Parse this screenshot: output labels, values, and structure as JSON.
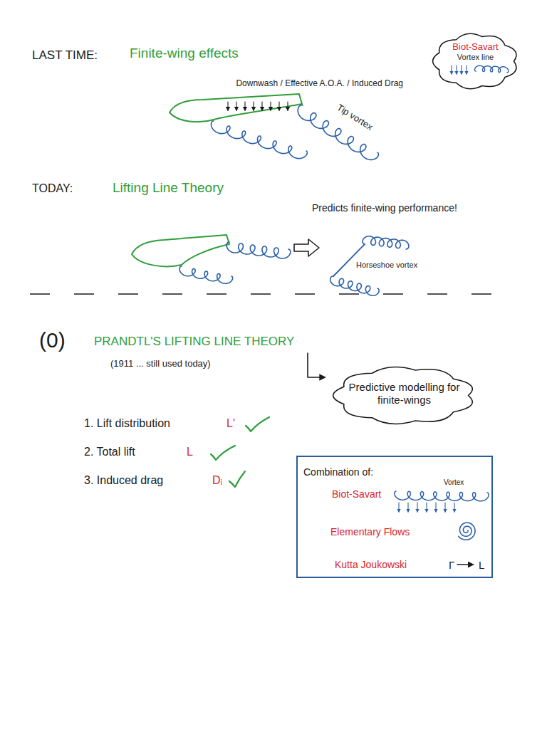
{
  "diagram": {
    "nodes": [
      {
        "text": [
          "Biot-Savart",
          "Vortex line"
        ]
      },
      {
        "text": [
          "Predictive modelling for finite-wings"
        ]
      },
      {
        "text": [
          "Combination of:",
          "Biot-Savart",
          "Vortex",
          "Elementary Flows",
          "Kutta Joukowski",
          "Γ",
          "L"
        ]
      }
    ],
    "labels": [
      "LAST TIME:",
      "Finite-wing effects",
      "Downwash / Effective A.O.A. / Induced Drag",
      "Tip vortex",
      "TODAY:",
      "Lifting Line Theory",
      "Predicts finite-wing performance!",
      "Horseshoe vortex",
      "(0)",
      "PRANDTL'S LIFTING LINE THEORY",
      "(1911 ... still used today)",
      "1. Lift distribution",
      "L'",
      "2. Total lift",
      "L",
      "3. Induced drag",
      "Dᵢ"
    ]
  }
}
